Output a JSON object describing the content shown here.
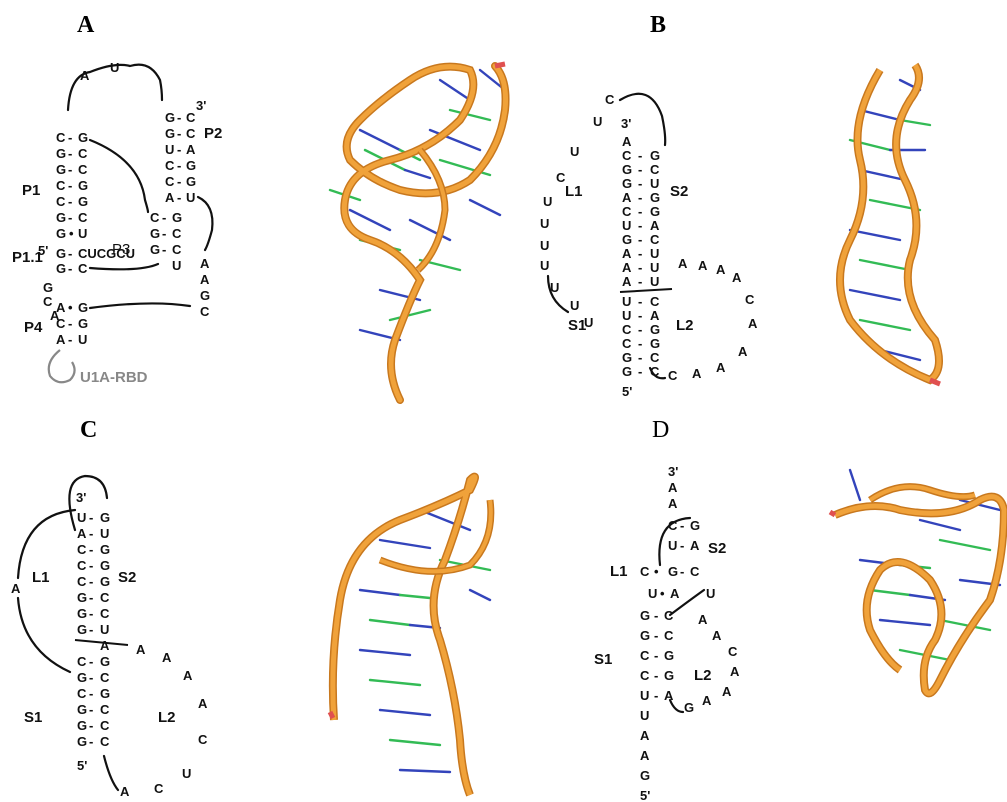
{
  "panels": {
    "a": {
      "letter": "A",
      "labels": [
        "P1",
        "P2",
        "P3",
        "P1.1",
        "P4",
        "U1A-RBD",
        "5'",
        "3'"
      ]
    },
    "b": {
      "letter": "B",
      "labels": [
        "L1",
        "S2",
        "S1",
        "L2",
        "3'",
        "5'"
      ]
    },
    "c": {
      "letter": "C",
      "labels": [
        "L1",
        "S2",
        "S1",
        "L2",
        "3'",
        "5'"
      ]
    },
    "d": {
      "letter": "D",
      "labels": [
        "L1",
        "S2",
        "S1",
        "L2",
        "3'",
        "5'"
      ]
    }
  },
  "colors": {
    "ribbon": "#f0a23a",
    "ribbon_dark": "#c8781e",
    "base_blue": "#3344bb",
    "base_green": "#33bb55",
    "end_red": "#e05050"
  }
}
